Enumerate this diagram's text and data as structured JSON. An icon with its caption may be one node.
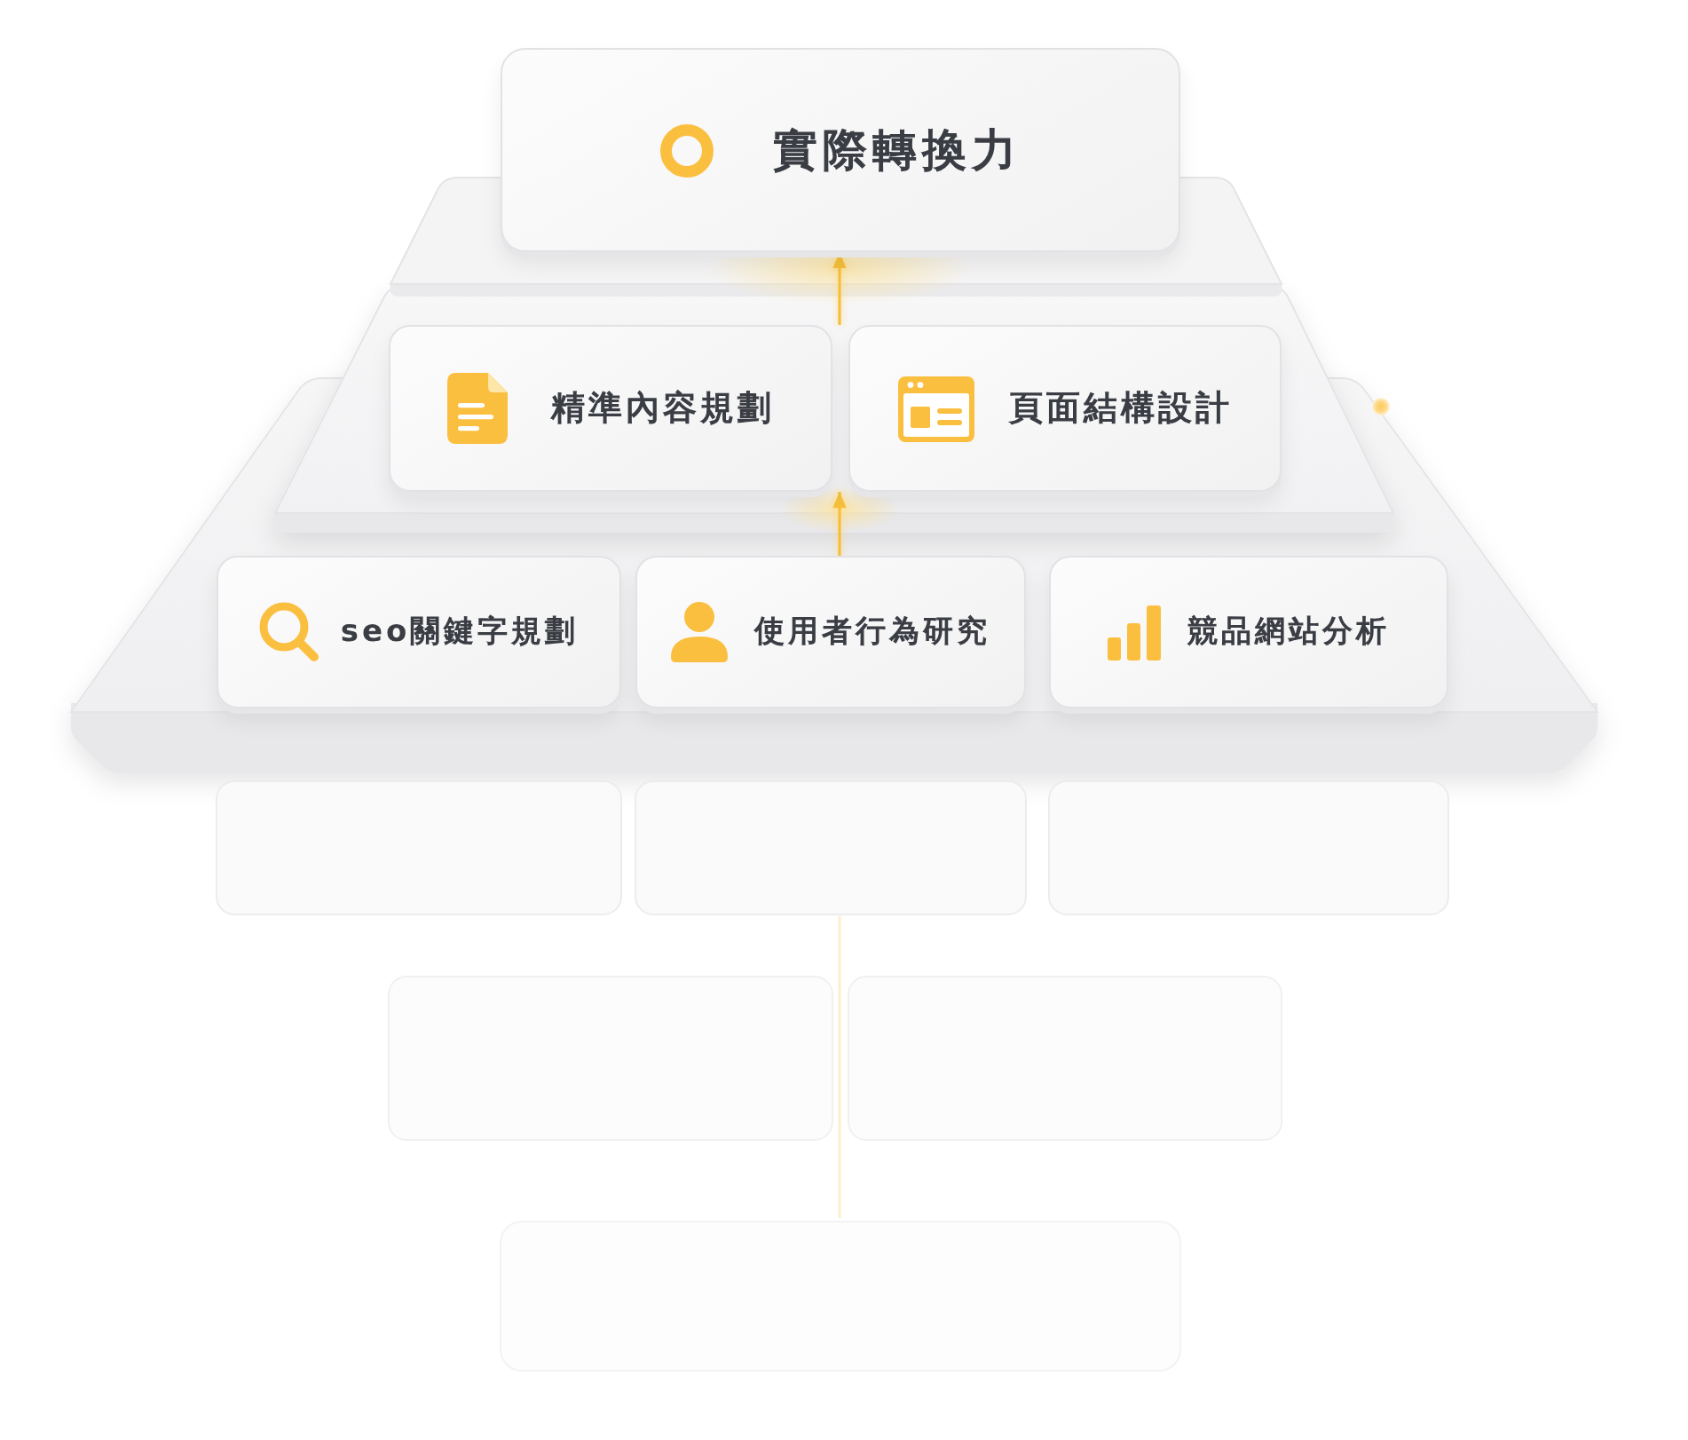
{
  "diagram": {
    "nodes": [
      {
        "text": [
          "實際轉換力"
        ]
      },
      {
        "text": [
          "精準內容規劃"
        ]
      },
      {
        "text": [
          "頁面結構設計"
        ]
      },
      {
        "text": [
          "seo關鍵字規劃"
        ]
      },
      {
        "text": [
          "使用者行為研究"
        ]
      },
      {
        "text": [
          "競品網站分析"
        ]
      }
    ],
    "edges": [
      {
        "from": 4,
        "to": 1,
        "arrow": "to"
      },
      {
        "from": 4,
        "to": 2,
        "arrow": "to"
      },
      {
        "from": 1,
        "to": 0,
        "arrow": "to"
      },
      {
        "from": 2,
        "to": 0,
        "arrow": "to"
      }
    ]
  }
}
